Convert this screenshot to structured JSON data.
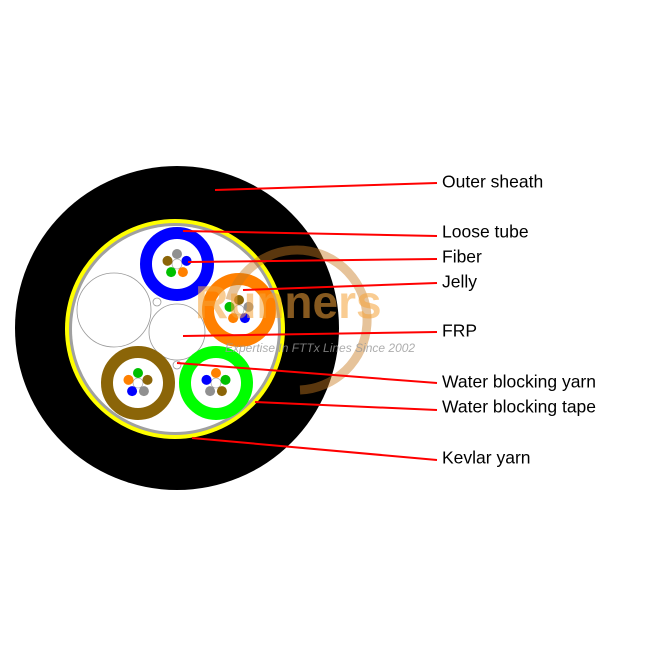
{
  "labels": {
    "outer_sheath": "Outer sheath",
    "loose_tube": "Loose tube",
    "fiber": "Fiber",
    "jelly": "Jelly",
    "frp": "FRP",
    "water_blocking_yarn": "Water blocking yarn",
    "water_blocking_tape": "Water blocking tape",
    "kevlar_yarn": "Kevlar yarn"
  },
  "watermark": {
    "brand": "Runners",
    "tagline": "Expertise In FTTx Lines Since 2002"
  },
  "colors": {
    "sheath": "#000000",
    "kevlar": "#ffff00",
    "tape": "#a0a0a0",
    "leader_line": "#ff0000",
    "tubes": {
      "blue": "#0000ff",
      "orange": "#ff8000",
      "brown": "#8b6508",
      "green": "#00ff00"
    },
    "fibers": [
      "#909090",
      "#0000ff",
      "#ff8000",
      "#00c000",
      "#8b6508"
    ]
  }
}
